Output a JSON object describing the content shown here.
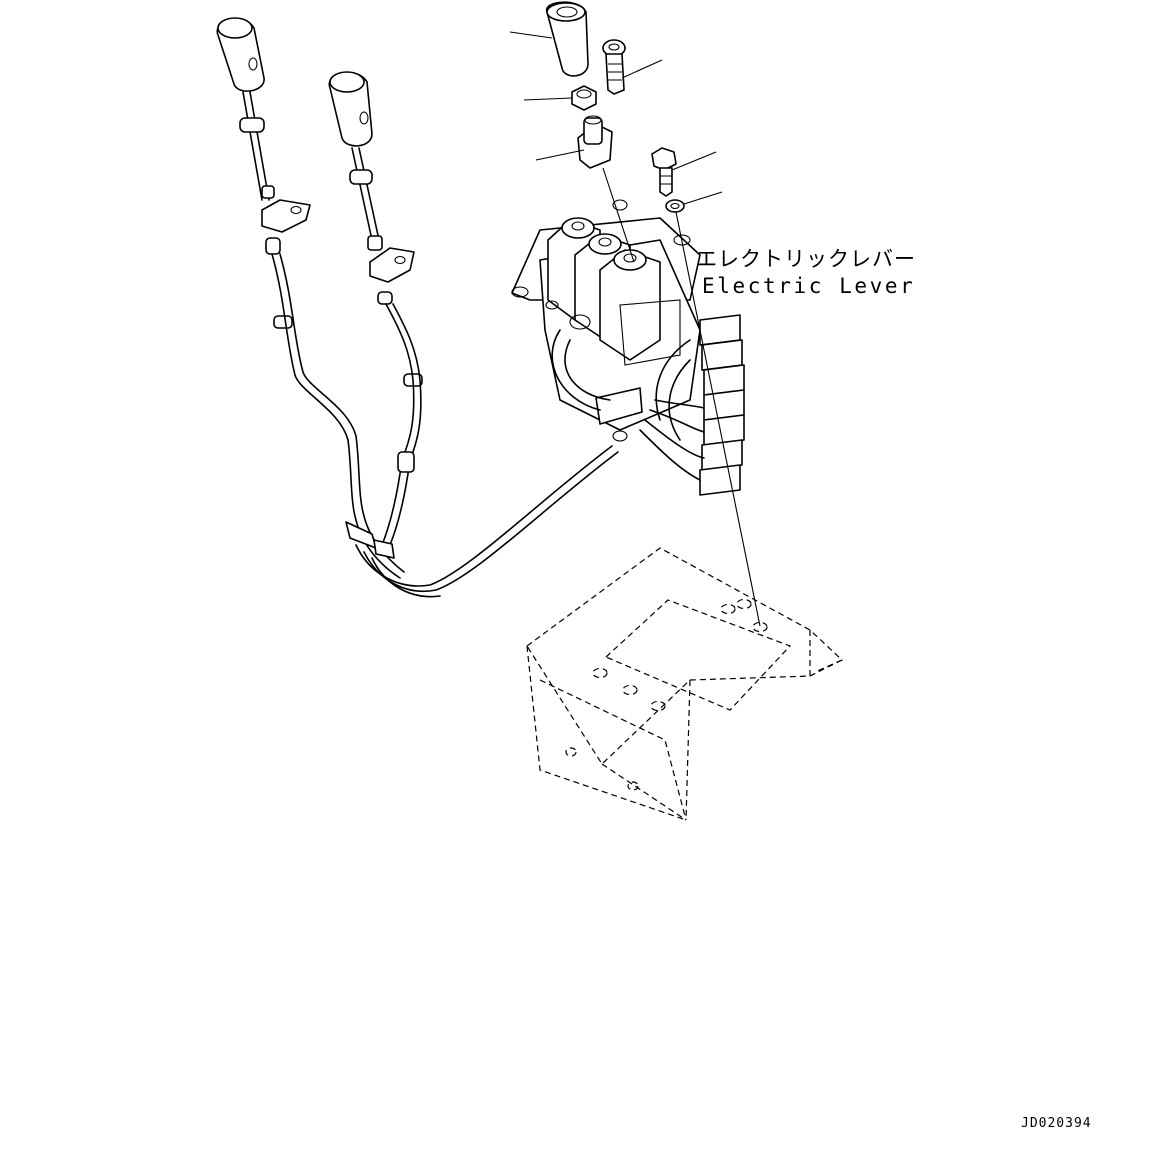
{
  "diagram": {
    "callout_jp": "エレクトリックレバー",
    "callout_en": "Electric Lever",
    "drawing_code": "JD020394"
  }
}
